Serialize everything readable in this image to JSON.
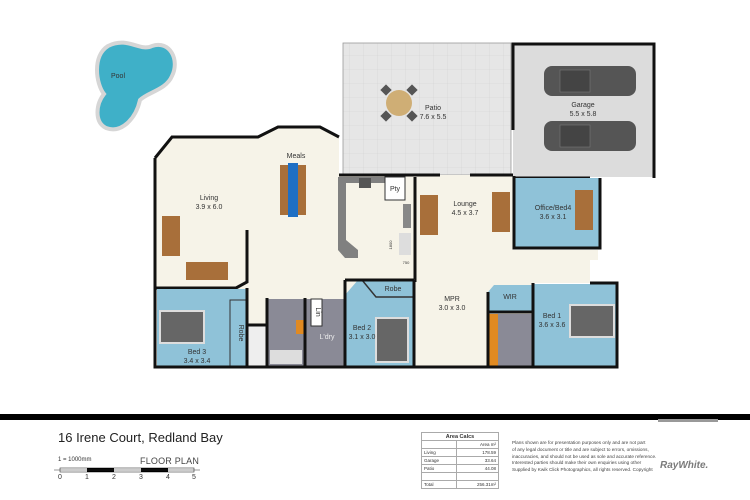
{
  "plan": {
    "rooms": {
      "pool": "Pool",
      "patio": "Patio",
      "patio_size": "7.6 x 5.5",
      "garage": "Garage",
      "garage_size": "5.5 x 5.8",
      "meals": "Meals",
      "living": "Living",
      "living_size": "3.9 x 6.0",
      "pantry": "Pty",
      "lounge": "Lounge",
      "lounge_size": "4.5 x 3.7",
      "office": "Office/Bed4",
      "office_size": "3.6 x 3.1",
      "fridge_h": "1800",
      "fridge_w": "750",
      "mpr": "MPR",
      "mpr_size": "3.0 x 3.0",
      "robe2": "Robe",
      "bed2": "Bed 2",
      "bed2_size": "3.1 x 3.0",
      "linen": "Lin",
      "laundry": "L'dry",
      "robe3": "Robe",
      "bed3": "Bed 3",
      "bed3_size": "3.4 x 3.4",
      "wir": "WIR",
      "bed1": "Bed 1",
      "bed1_size": "3.6 x 3.6"
    },
    "colors": {
      "floor": "#f6f3e8",
      "bedroom": "#8fc2d8",
      "wet": "#8a8a96",
      "pool": "#3fb0c8",
      "patio": "#e4e4e4",
      "garage": "#dcdcdc",
      "furniture": "#a86f3a",
      "wall": "#111111"
    }
  },
  "footer": {
    "address": "16 Irene Court, Redland Bay",
    "scale_note": "1 = 1000mm",
    "plan_label": "FLOOR PLAN",
    "scale_ticks": [
      "0",
      "1",
      "2",
      "3",
      "4",
      "5"
    ],
    "area_calcs": {
      "title": "Area Calcs",
      "unit_header": "Area m²",
      "rows": [
        {
          "name": "Living",
          "value": "178.59"
        },
        {
          "name": "Garage",
          "value": "33.64"
        },
        {
          "name": "Patio",
          "value": "44.08"
        }
      ],
      "total_label": "Total",
      "total_value": "256.31m²"
    },
    "disclaimer": [
      "Plans shown are for presentation purposes only and are not part",
      "of any legal document or title and are subject to errors, omissions,",
      "inaccuracies, and should not be used as sole and accurate reference.",
      "Interested parties should make their own enquiries using other",
      "Supplied by Kwik Click Photographics, all rights reserved. Copyright"
    ],
    "brand": "RayWhite."
  }
}
